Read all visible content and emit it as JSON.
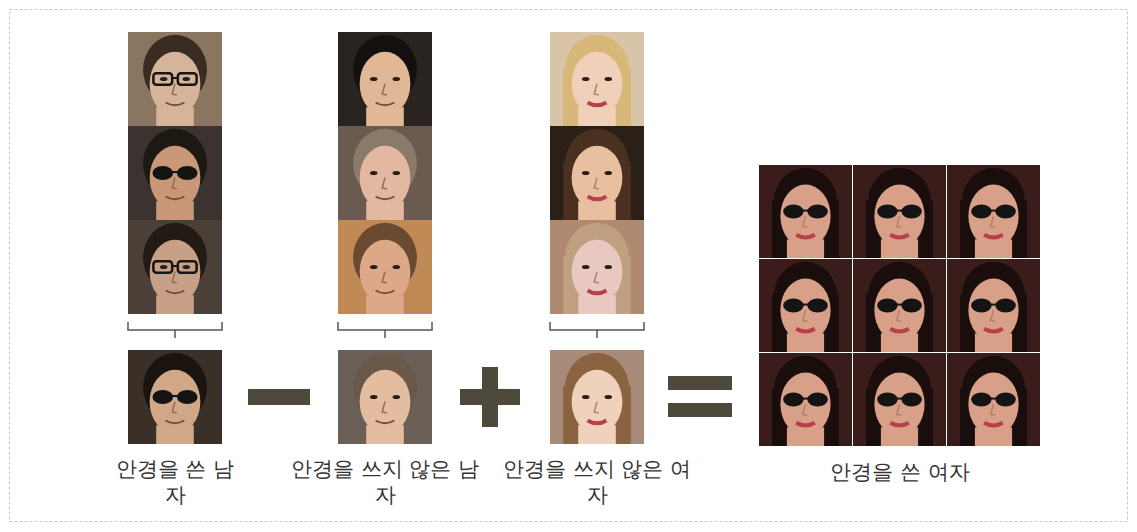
{
  "diagram": {
    "nodes": [
      {
        "text": [
          "안경을 쓴 남자"
        ]
      },
      {
        "text": [
          "안경을 쓰지 않은 남자"
        ]
      },
      {
        "text": [
          "안경을 쓰지 않은 여자"
        ]
      },
      {
        "text": [
          "안경을 쓴 여자"
        ]
      }
    ]
  }
}
